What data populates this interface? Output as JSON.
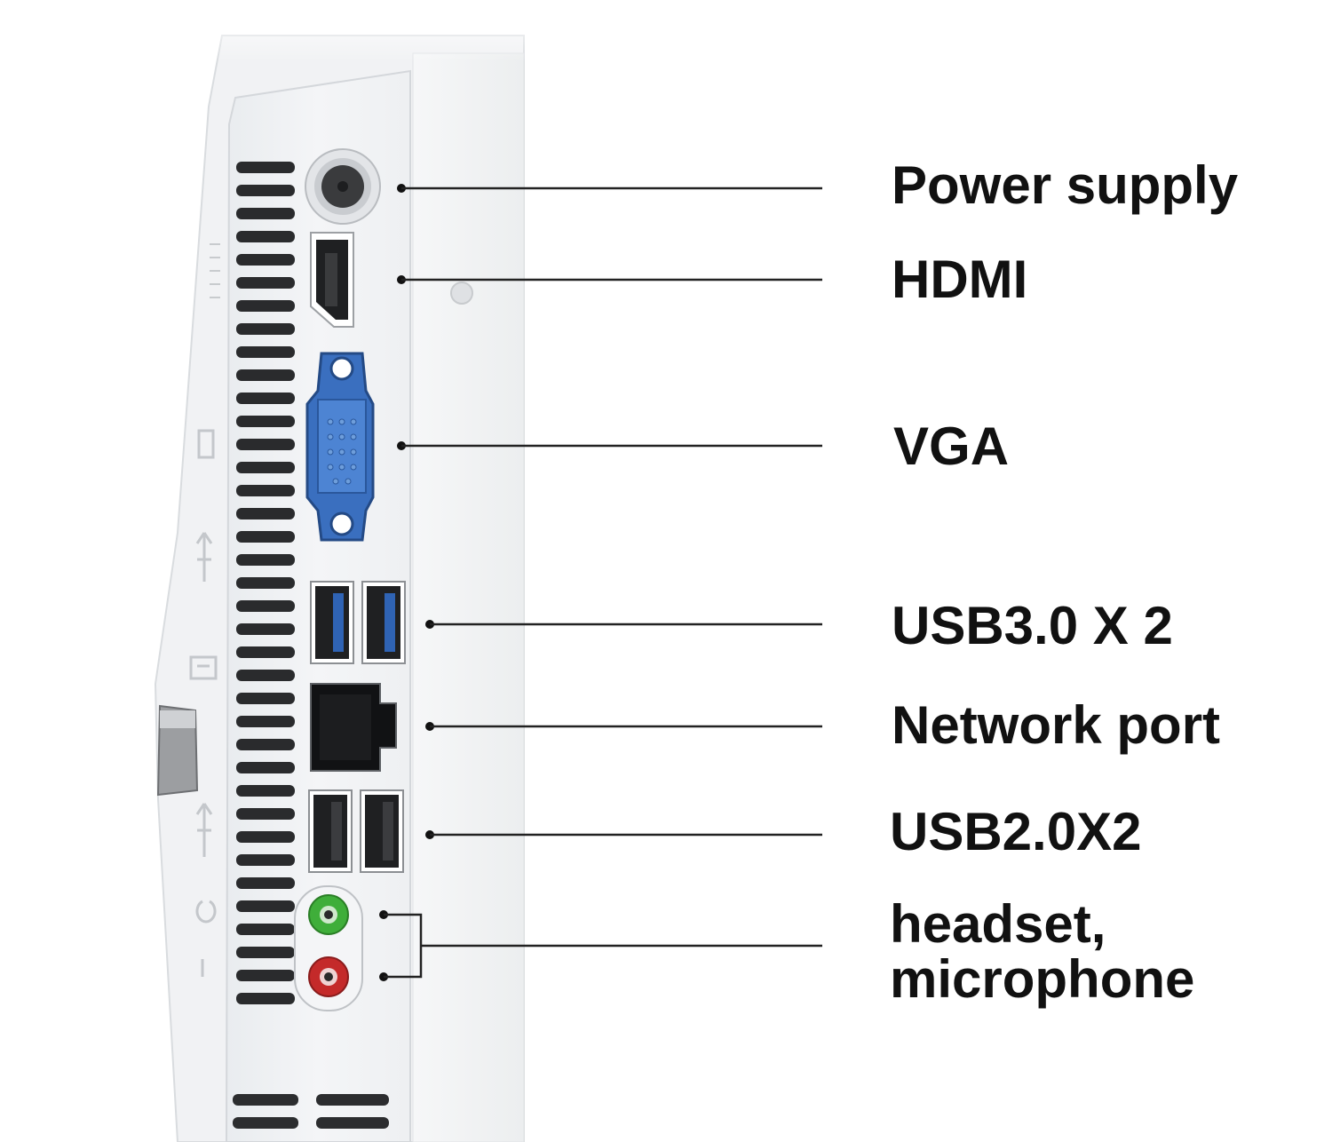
{
  "labels": {
    "power": "Power supply",
    "hdmi": "HDMI",
    "vga": "VGA",
    "usb3": "USB3.0 X 2",
    "network": "Network port",
    "usb2": "USB2.0X2",
    "audio_line1": "headset,",
    "audio_line2": "microphone"
  },
  "colors": {
    "vga_port": "#3a6fbf",
    "headset_jack": "#3fae3a",
    "microphone_jack": "#c42a2a",
    "usb3_insert": "#2f63b4",
    "label_text": "#111111",
    "leader_line": "#222222"
  }
}
